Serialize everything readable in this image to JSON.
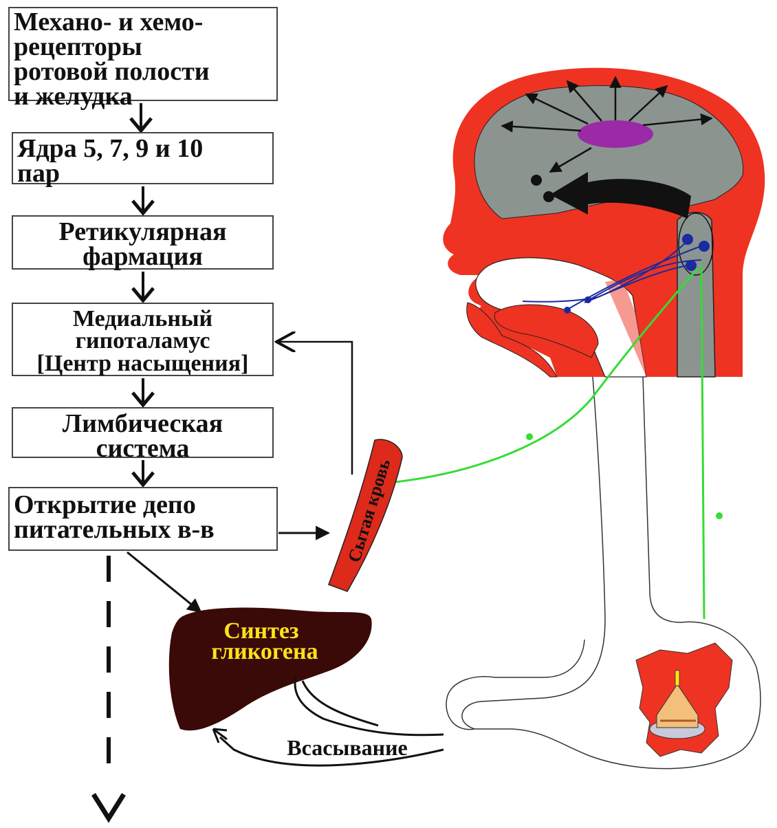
{
  "flow_boxes": {
    "mechanoreceptors": [
      "Механо- и хемо-",
      "рецепторы",
      "ротовой полости",
      "и желудка"
    ],
    "nuclei": [
      "Ядра 5, 7, 9 и 10",
      "пар"
    ],
    "reticular": [
      "Ретикулярная",
      "фармация"
    ],
    "hypothalamus": [
      "Медиальный",
      "гипоталамус",
      "[Центр насыщения]"
    ],
    "limbic": [
      "Лимбическая",
      "система"
    ],
    "depot": [
      "Открытие депо",
      "питательных в-в"
    ]
  },
  "labels": {
    "liver_line1": "Синтез",
    "liver_line2": "гликогена",
    "blood": "Сытая кровь",
    "absorption": "Всасывание"
  },
  "colors": {
    "head_red": "#ee3322",
    "brain_gray": "#8c9490",
    "center_purple": "#9a2aa6",
    "nerve_blue": "#1a2aa0",
    "nerve_green": "#33dd33",
    "liver": "#3a0a08",
    "liver_text": "#ffe21a",
    "blood_vessel": "#dd2a1a"
  }
}
